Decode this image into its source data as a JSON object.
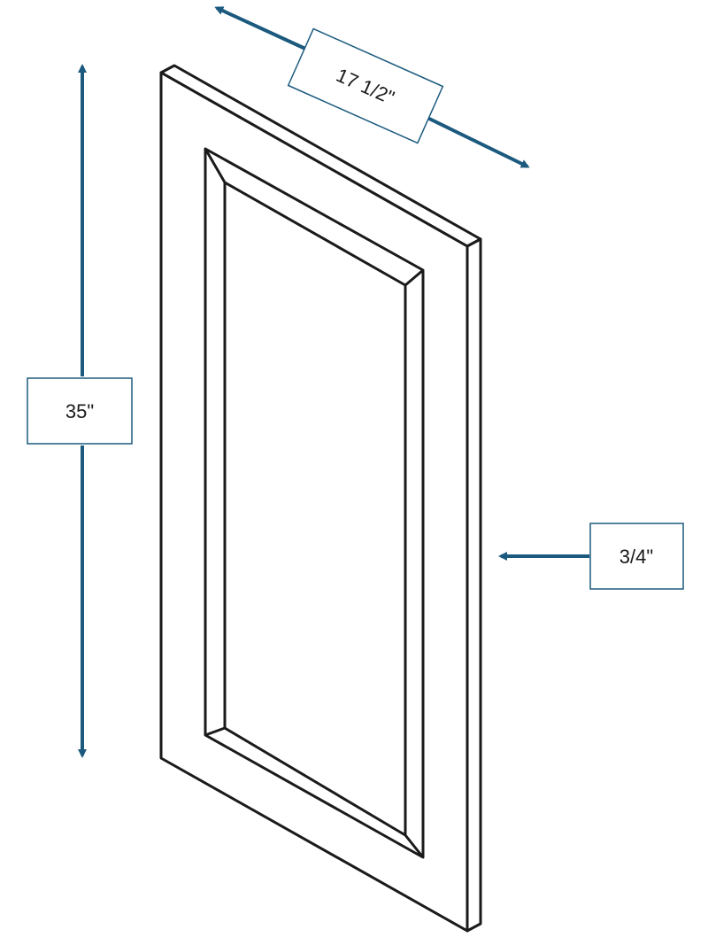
{
  "colors": {
    "dimension": "#1b5a7e",
    "outline": "#1a1a1a",
    "background": "#ffffff"
  },
  "dimensions": {
    "width": "17 1/2\"",
    "height": "35\"",
    "thickness": "3/4\""
  }
}
